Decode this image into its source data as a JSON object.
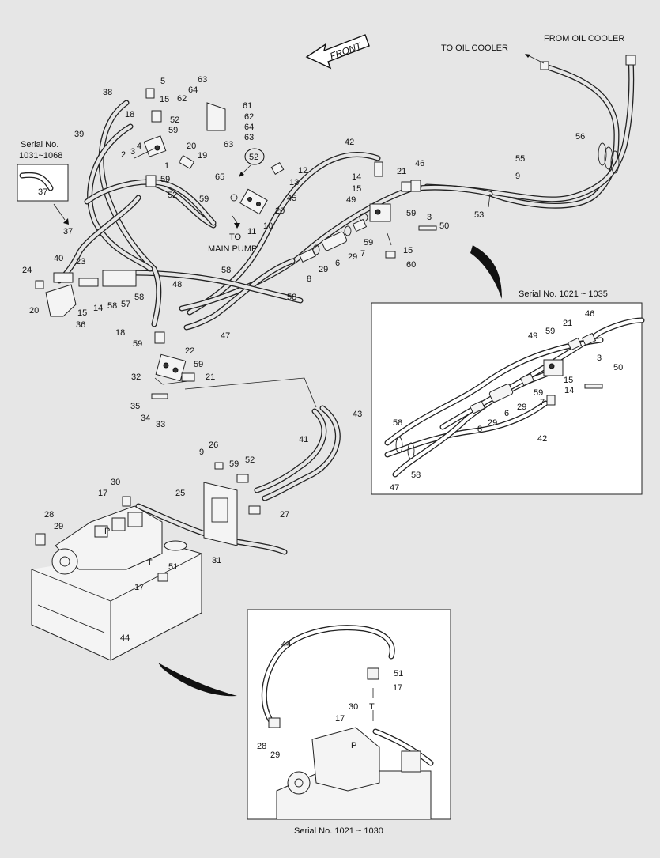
{
  "labels": {
    "front": "FRONT",
    "to_oil_cooler": "TO OIL COOLER",
    "from_oil_cooler": "FROM OIL COOLER",
    "to_main_pump_1": "TO",
    "to_main_pump_2": "MAIN PUMP",
    "serial_left_1": "Serial No.",
    "serial_left_2": "1031~1068",
    "serial_right": "Serial No. 1021 ~ 1035",
    "serial_bottom": "Serial No. 1021 ~ 1030",
    "circled_52": "52"
  },
  "callouts": {
    "main": [
      {
        "id": "c5",
        "t": "5"
      },
      {
        "id": "c38",
        "t": "38"
      },
      {
        "id": "c15a",
        "t": "15"
      },
      {
        "id": "c63a",
        "t": "63"
      },
      {
        "id": "c64a",
        "t": "64"
      },
      {
        "id": "c62a",
        "t": "62"
      },
      {
        "id": "c61",
        "t": "61"
      },
      {
        "id": "c18a",
        "t": "18"
      },
      {
        "id": "c52a",
        "t": "52"
      },
      {
        "id": "c62b",
        "t": "62"
      },
      {
        "id": "c59a",
        "t": "59"
      },
      {
        "id": "c64b",
        "t": "64"
      },
      {
        "id": "c39",
        "t": "39"
      },
      {
        "id": "c63b",
        "t": "63"
      },
      {
        "id": "c63c",
        "t": "63"
      },
      {
        "id": "c4",
        "t": "4"
      },
      {
        "id": "c2",
        "t": "2"
      },
      {
        "id": "c3a",
        "t": "3"
      },
      {
        "id": "c20a",
        "t": "20"
      },
      {
        "id": "c19",
        "t": "19"
      },
      {
        "id": "c1",
        "t": "1"
      },
      {
        "id": "c42a",
        "t": "42"
      },
      {
        "id": "c12",
        "t": "12"
      },
      {
        "id": "c13",
        "t": "13"
      },
      {
        "id": "c65",
        "t": "65"
      },
      {
        "id": "c59b",
        "t": "59"
      },
      {
        "id": "c52b",
        "t": "52"
      },
      {
        "id": "c59c",
        "t": "59"
      },
      {
        "id": "c45",
        "t": "45"
      },
      {
        "id": "c20b",
        "t": "20"
      },
      {
        "id": "c11",
        "t": "11"
      },
      {
        "id": "c10",
        "t": "10"
      },
      {
        "id": "c37a",
        "t": "37"
      },
      {
        "id": "c37b",
        "t": "37"
      },
      {
        "id": "c14a",
        "t": "14"
      },
      {
        "id": "c15b",
        "t": "15"
      },
      {
        "id": "c21a",
        "t": "21"
      },
      {
        "id": "c46a",
        "t": "46"
      },
      {
        "id": "c49a",
        "t": "49"
      },
      {
        "id": "c59d",
        "t": "59"
      },
      {
        "id": "c3b",
        "t": "3"
      },
      {
        "id": "c50a",
        "t": "50"
      },
      {
        "id": "c53",
        "t": "53"
      },
      {
        "id": "c55",
        "t": "55"
      },
      {
        "id": "c9a",
        "t": "9"
      },
      {
        "id": "c56",
        "t": "56"
      },
      {
        "id": "c24",
        "t": "24"
      },
      {
        "id": "c40",
        "t": "40"
      },
      {
        "id": "c23",
        "t": "23"
      },
      {
        "id": "c20c",
        "t": "20"
      },
      {
        "id": "c15c",
        "t": "15"
      },
      {
        "id": "c14b",
        "t": "14"
      },
      {
        "id": "c58a",
        "t": "58"
      },
      {
        "id": "c57",
        "t": "57"
      },
      {
        "id": "c58b",
        "t": "58"
      },
      {
        "id": "c36",
        "t": "36"
      },
      {
        "id": "c48",
        "t": "48"
      },
      {
        "id": "c58c",
        "t": "58"
      },
      {
        "id": "c58d",
        "t": "58"
      },
      {
        "id": "c8a",
        "t": "8"
      },
      {
        "id": "c29a",
        "t": "29"
      },
      {
        "id": "c6a",
        "t": "6"
      },
      {
        "id": "c29b",
        "t": "29"
      },
      {
        "id": "c59e",
        "t": "59"
      },
      {
        "id": "c7a",
        "t": "7"
      },
      {
        "id": "c15d",
        "t": "15"
      },
      {
        "id": "c60",
        "t": "60"
      },
      {
        "id": "c18b",
        "t": "18"
      },
      {
        "id": "c47a",
        "t": "47"
      },
      {
        "id": "c59f",
        "t": "59"
      },
      {
        "id": "c22",
        "t": "22"
      },
      {
        "id": "c59g",
        "t": "59"
      },
      {
        "id": "c32",
        "t": "32"
      },
      {
        "id": "c21b",
        "t": "21"
      },
      {
        "id": "c35",
        "t": "35"
      },
      {
        "id": "c34",
        "t": "34"
      },
      {
        "id": "c33",
        "t": "33"
      },
      {
        "id": "c43",
        "t": "43"
      },
      {
        "id": "c41",
        "t": "41"
      },
      {
        "id": "c26",
        "t": "26"
      },
      {
        "id": "c9b",
        "t": "9"
      },
      {
        "id": "c59h",
        "t": "59"
      },
      {
        "id": "c52c",
        "t": "52"
      },
      {
        "id": "c25",
        "t": "25"
      },
      {
        "id": "c27",
        "t": "27"
      },
      {
        "id": "c30a",
        "t": "30"
      },
      {
        "id": "c17a",
        "t": "17"
      },
      {
        "id": "c28a",
        "t": "28"
      },
      {
        "id": "c29c",
        "t": "29"
      },
      {
        "id": "c31",
        "t": "31"
      },
      {
        "id": "c51a",
        "t": "51"
      },
      {
        "id": "c17b",
        "t": "17"
      },
      {
        "id": "c44a",
        "t": "44"
      },
      {
        "id": "cP1",
        "t": "P"
      },
      {
        "id": "cT1",
        "t": "T"
      }
    ],
    "detail_right": [
      {
        "id": "d46",
        "t": "46"
      },
      {
        "id": "d21",
        "t": "21"
      },
      {
        "id": "d59a",
        "t": "59"
      },
      {
        "id": "d49",
        "t": "49"
      },
      {
        "id": "d3",
        "t": "3"
      },
      {
        "id": "d50",
        "t": "50"
      },
      {
        "id": "d15",
        "t": "15"
      },
      {
        "id": "d14",
        "t": "14"
      },
      {
        "id": "d59b",
        "t": "59"
      },
      {
        "id": "d7",
        "t": "7"
      },
      {
        "id": "d29a",
        "t": "29"
      },
      {
        "id": "d6",
        "t": "6"
      },
      {
        "id": "d29b",
        "t": "29"
      },
      {
        "id": "d8",
        "t": "8"
      },
      {
        "id": "d58a",
        "t": "58"
      },
      {
        "id": "d58b",
        "t": "58"
      },
      {
        "id": "d42",
        "t": "42"
      },
      {
        "id": "d47",
        "t": "47"
      }
    ],
    "detail_bottom": [
      {
        "id": "b44",
        "t": "44"
      },
      {
        "id": "b51",
        "t": "51"
      },
      {
        "id": "b17a",
        "t": "17"
      },
      {
        "id": "bT",
        "t": "T"
      },
      {
        "id": "b30",
        "t": "30"
      },
      {
        "id": "b17b",
        "t": "17"
      },
      {
        "id": "b28",
        "t": "28"
      },
      {
        "id": "b29",
        "t": "29"
      },
      {
        "id": "bP",
        "t": "P"
      }
    ]
  }
}
